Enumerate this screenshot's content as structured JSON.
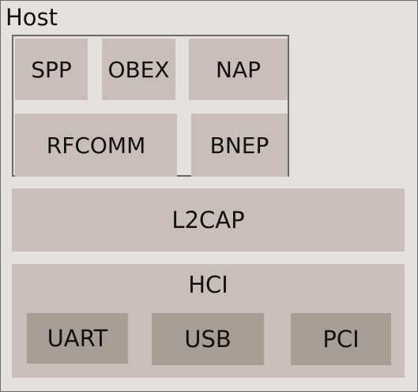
{
  "host": {
    "title": "Host",
    "upper_protocols": {
      "spp": "SPP",
      "obex": "OBEX",
      "nap": "NAP",
      "rfcomm": "RFCOMM",
      "bnep": "BNEP"
    },
    "l2cap": "L2CAP",
    "hci": {
      "label": "HCI",
      "transports": {
        "uart": "UART",
        "usb": "USB",
        "pci": "PCI"
      }
    }
  },
  "colors": {
    "background": "#e6e1dd",
    "layer_fill": "#c9beb8",
    "transport_fill": "#a89d95",
    "border": "#6a6a6a"
  }
}
